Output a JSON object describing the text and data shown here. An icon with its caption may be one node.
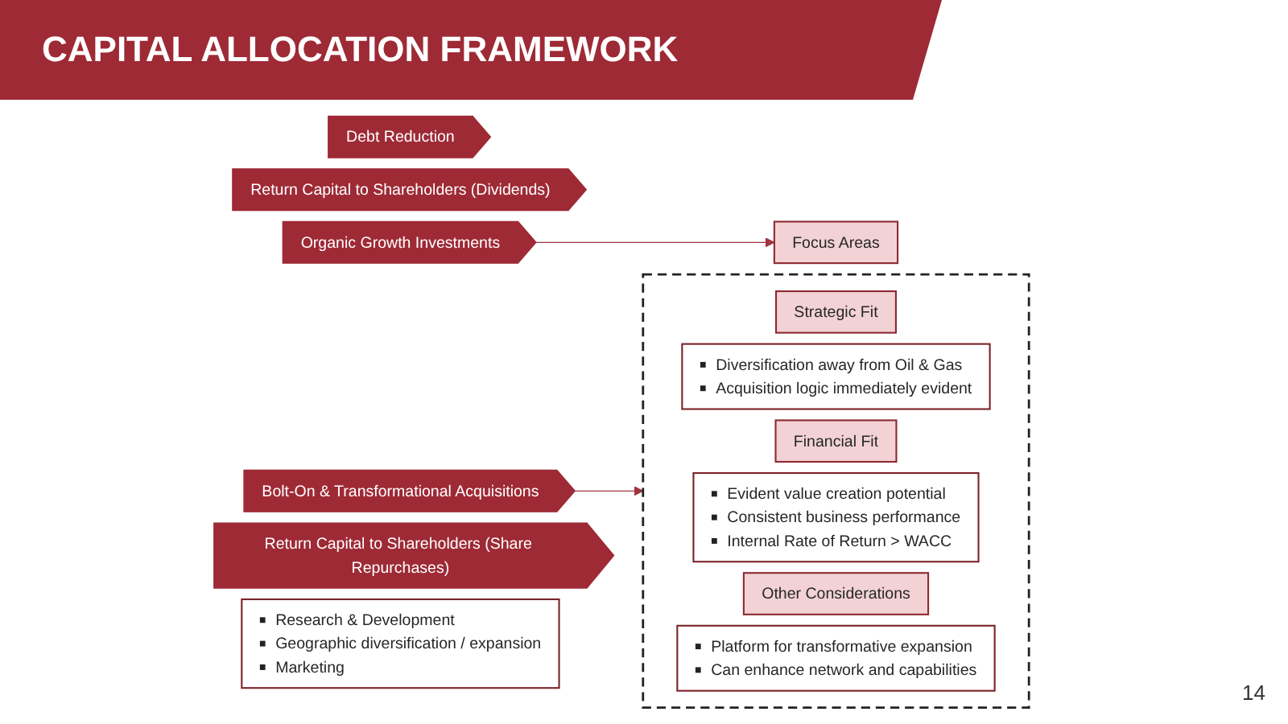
{
  "diagram": {
    "title": "CAPITAL ALLOCATION FRAMEWORK",
    "nodes": [
      {
        "text": [
          "Debt Reduction"
        ]
      },
      {
        "text": [
          "Return Capital to Shareholders (Dividends)"
        ]
      },
      {
        "text": [
          "Organic Growth Investments"
        ]
      },
      {
        "text": [
          "Bolt-On & Transformational Acquisitions"
        ]
      },
      {
        "text": [
          "Return Capital to Shareholders (Share Repurchases)"
        ]
      },
      {
        "text": [
          "Focus Areas"
        ]
      },
      {
        "text": [
          "Research & Development",
          "Geographic diversification / expansion",
          "Marketing"
        ]
      },
      {
        "text": [],
        "shape": "box"
      },
      {
        "text": [
          "Strategic Fit"
        ],
        "in": 7
      },
      {
        "text": [
          "Diversification away from Oil & Gas",
          "Acquisition logic immediately evident"
        ],
        "in": 7
      },
      {
        "text": [
          "Financial Fit"
        ],
        "in": 7
      },
      {
        "text": [
          "Evident value creation potential",
          "Consistent business performance",
          "Internal Rate of Return > WACC"
        ],
        "in": 7
      },
      {
        "text": [
          "Other Considerations"
        ],
        "in": 7
      },
      {
        "text": [
          "Platform for transformative expansion",
          "Can enhance network and capabilities"
        ],
        "in": 7
      }
    ],
    "edges": [
      {
        "from": 2,
        "to": 5,
        "arrow": "to"
      },
      {
        "from": 3,
        "to": 7,
        "arrow": "to"
      }
    ],
    "labels": [
      "14"
    ]
  }
}
